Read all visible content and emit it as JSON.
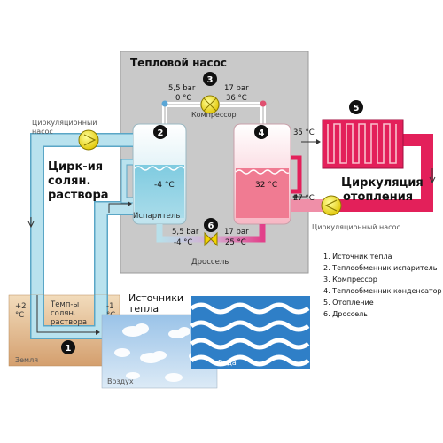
{
  "pump_box": {
    "title": "Тепловой насос"
  },
  "markers": {
    "m1": "1",
    "m2": "2",
    "m3": "3",
    "m4": "4",
    "m5": "5",
    "m6": "6"
  },
  "evaporator": {
    "label": "Испаритель",
    "temp": "-4 °C",
    "pressure_top": "5,5 bar",
    "temp_top": "0 °C",
    "pressure_bottom": "5,5 bar",
    "temp_bottom": "-4 °C"
  },
  "compressor": {
    "label": "Компрессор"
  },
  "condenser": {
    "temp": "32 °C",
    "pressure_top": "17 bar",
    "temp_top": "36 °C",
    "pressure_bottom": "17 bar",
    "temp_bottom": "25 °C"
  },
  "throttle": {
    "label": "Дроссель"
  },
  "brine_loop": {
    "label_line1": "Цирк-ия",
    "label_line2": "солян.",
    "label_line3": "раствора",
    "pump_label_line1": "Циркуляционный",
    "pump_label_line2": "насос"
  },
  "heating_loop": {
    "label_line1": "Циркуляция",
    "label_line2": "отопления",
    "temp_supply": "35 °C",
    "temp_return": "27 °C",
    "pump_label": "Циркуляционный насос"
  },
  "ground": {
    "label": "Земля",
    "temp_left_line1": "+2",
    "temp_left_line2": "°C",
    "temp_right_line1": "-1",
    "temp_right_line2": "°C",
    "brine_line1": "Темп-ы",
    "brine_line2": "солян.",
    "brine_line3": "раствора"
  },
  "heat_sources": {
    "title_line1": "Источники",
    "title_line2": "тепла"
  },
  "air": {
    "label": "Воздух"
  },
  "water": {
    "label": "Вода"
  },
  "legend": [
    "1. Источник тепла",
    "2. Теплообменник испаритель",
    "3. Компрессор",
    "4. Теплообменник конденсатор",
    "5. Отопление",
    "6. Дроссель"
  ]
}
